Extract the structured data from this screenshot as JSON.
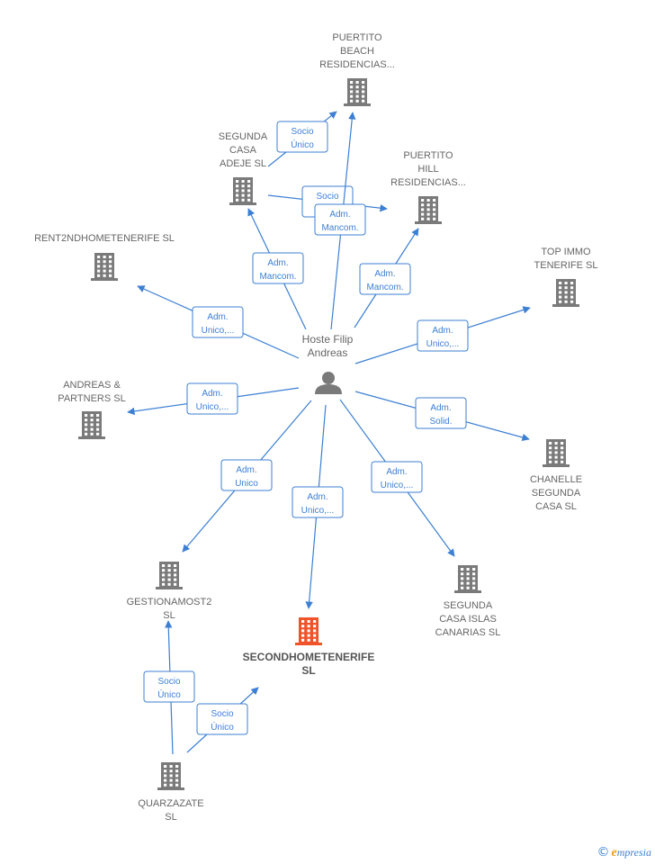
{
  "colors": {
    "edge": "#3c7fd3",
    "company": "#7a7a7a",
    "company_highlight": "#f0522a",
    "person": "#7a7a7a"
  },
  "person": {
    "name_lines": [
      "Hoste Filip",
      "Andreas"
    ],
    "icon": "person-icon"
  },
  "companies": [
    {
      "id": "puertito-beach",
      "lines": [
        "PUERTITO",
        "BEACH",
        "RESIDENCIAS..."
      ],
      "icon": "building-icon"
    },
    {
      "id": "segunda-casa-adeje",
      "lines": [
        "SEGUNDA",
        "CASA",
        "ADEJE  SL"
      ],
      "icon": "building-icon"
    },
    {
      "id": "puertito-hill",
      "lines": [
        "PUERTITO",
        "HILL",
        "RESIDENCIAS..."
      ],
      "icon": "building-icon"
    },
    {
      "id": "rent2ndhome",
      "lines": [
        "RENT2NDHOMETENERIFE SL"
      ],
      "icon": "building-icon"
    },
    {
      "id": "top-immo",
      "lines": [
        "TOP IMMO",
        "TENERIFE  SL"
      ],
      "icon": "building-icon"
    },
    {
      "id": "andreas-partners",
      "lines": [
        "ANDREAS &",
        "PARTNERS  SL"
      ],
      "icon": "building-icon"
    },
    {
      "id": "chanelle",
      "lines": [
        "CHANELLE",
        "SEGUNDA",
        "CASA  SL"
      ],
      "icon": "building-icon"
    },
    {
      "id": "gestionamost2",
      "lines": [
        "GESTIONAMOST2",
        "SL"
      ],
      "icon": "building-icon"
    },
    {
      "id": "secondhome",
      "lines": [
        "SECONDHOMETENERIFE",
        "SL"
      ],
      "icon": "building-icon",
      "highlight": true
    },
    {
      "id": "segunda-casa-islas",
      "lines": [
        "SEGUNDA",
        "CASA ISLAS",
        "CANARIAS  SL"
      ],
      "icon": "building-icon"
    },
    {
      "id": "quarzazate",
      "lines": [
        "QUARZAZATE",
        "SL"
      ],
      "icon": "building-icon"
    }
  ],
  "edges": [
    {
      "id": "e1",
      "lines": [
        "Socio",
        "Único"
      ]
    },
    {
      "id": "e2",
      "lines": [
        "Socio",
        "Único"
      ]
    },
    {
      "id": "e3",
      "lines": [
        "Adm.",
        "Mancom."
      ]
    },
    {
      "id": "e4",
      "lines": [
        "Adm.",
        "Mancom."
      ]
    },
    {
      "id": "e5",
      "lines": [
        "Adm.",
        "Mancom."
      ]
    },
    {
      "id": "e6",
      "lines": [
        "Adm.",
        "Unico,..."
      ]
    },
    {
      "id": "e7",
      "lines": [
        "Adm.",
        "Unico,..."
      ]
    },
    {
      "id": "e8",
      "lines": [
        "Adm.",
        "Unico,..."
      ]
    },
    {
      "id": "e9",
      "lines": [
        "Adm.",
        "Solid."
      ]
    },
    {
      "id": "e10",
      "lines": [
        "Adm.",
        "Unico"
      ]
    },
    {
      "id": "e11",
      "lines": [
        "Adm.",
        "Unico,..."
      ]
    },
    {
      "id": "e12",
      "lines": [
        "Adm.",
        "Unico,..."
      ]
    },
    {
      "id": "e13",
      "lines": [
        "Socio",
        "Único"
      ]
    },
    {
      "id": "e14",
      "lines": [
        "Socio",
        "Único"
      ]
    }
  ],
  "footer": {
    "copyright": "©",
    "brand_initial": "e",
    "brand_rest": "mpresia"
  }
}
